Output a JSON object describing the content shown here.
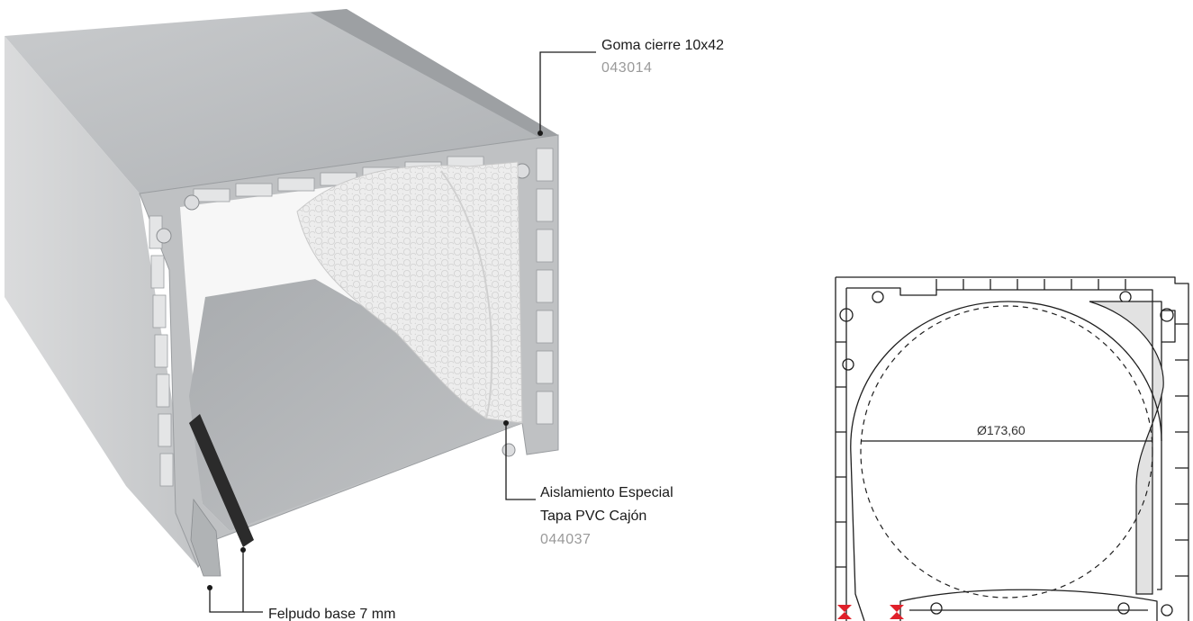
{
  "callouts": {
    "seal": {
      "name": "Goma cierre 10x42",
      "code": "043014"
    },
    "insulation": {
      "line1": "Aislamiento Especial",
      "line2": "Tapa PVC Cajón",
      "code": "044037"
    },
    "brush": {
      "name": "Felpudo base 7 mm"
    }
  },
  "section_drawing": {
    "diameter_label": "Ø173,60"
  },
  "colors": {
    "profile_light": "#d7d8d9",
    "profile_mid": "#b7b9bb",
    "profile_dark": "#8e9194",
    "foam": "#eeeeee",
    "marker_red": "#e0202a",
    "line": "#1f1f1f"
  }
}
